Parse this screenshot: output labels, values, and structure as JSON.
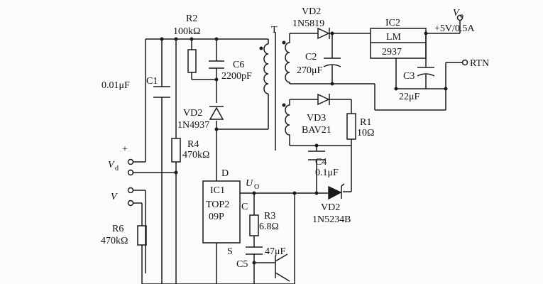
{
  "diagram": {
    "r2": {
      "ref": "R2",
      "value": "100kΩ"
    },
    "c6": {
      "ref": "C6",
      "value": "2200pF"
    },
    "c1": {
      "ref": "C1",
      "value": "0.01μF"
    },
    "vd2_top": {
      "ref": "VD2",
      "part": "1N5819"
    },
    "ic2": {
      "ref": "IC2",
      "line1": "LM",
      "line2": "2937"
    },
    "vo": {
      "symbol": "V",
      "subscript": "o",
      "rating": "+5V/0.5A"
    },
    "rtn": "RTN",
    "c2": {
      "ref": "C2",
      "value": "270μF"
    },
    "c3": {
      "ref": "C3",
      "value": "22μF"
    },
    "transformer": "T",
    "vd2_clamp": {
      "ref": "VD2",
      "part": "1N4937"
    },
    "r4": {
      "ref": "R4",
      "value": "470kΩ"
    },
    "vd3": {
      "ref": "VD3",
      "part": "BAV21"
    },
    "r1": {
      "ref": "R1",
      "value": "10Ω"
    },
    "c4": {
      "ref": "C4",
      "value": "0.1μF"
    },
    "vd2_zener": {
      "ref": "VD2",
      "part": "1N5234B"
    },
    "vd": {
      "symbol": "V",
      "subscript": "d",
      "plus": "+"
    },
    "v_input": "V",
    "ic1": {
      "ref": "IC1",
      "line1": "TOP2",
      "line2": "09P",
      "pin_d": "D",
      "pin_c": "C",
      "pin_s": "S"
    },
    "uo": {
      "symbol": "U",
      "subscript": "O"
    },
    "r3": {
      "ref": "R3",
      "value": "6.8Ω"
    },
    "c5": {
      "ref": "C5",
      "value": "47μF"
    },
    "r6": {
      "ref": "R6",
      "value": "470kΩ"
    }
  }
}
